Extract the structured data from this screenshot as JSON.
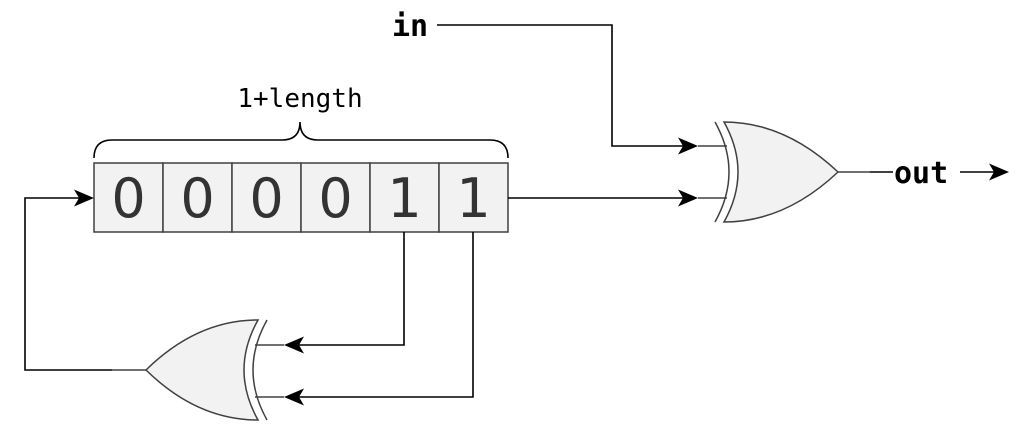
{
  "labels": {
    "input": "in",
    "output": "out",
    "register_length": "1+length"
  },
  "register": {
    "bits": [
      "0",
      "0",
      "0",
      "0",
      "1",
      "1"
    ]
  },
  "colors": {
    "cell_fill": "#f2f2f2",
    "outline": "#404040",
    "wire": "#000000",
    "text": "#333333"
  }
}
